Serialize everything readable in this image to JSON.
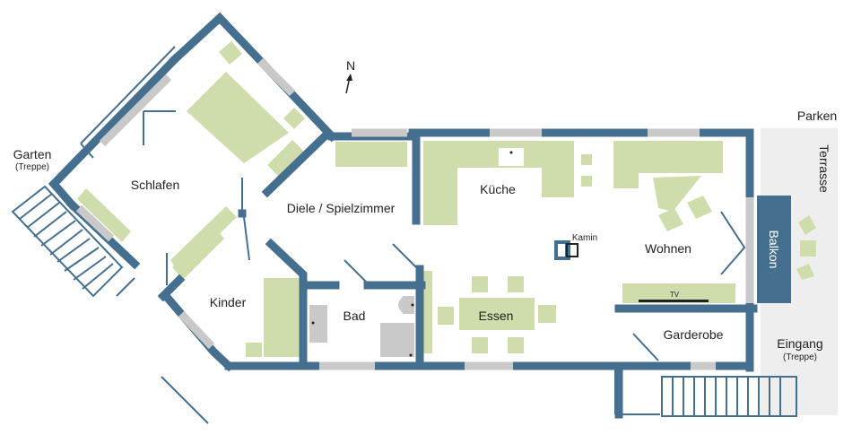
{
  "colors": {
    "wall": "#456f8f",
    "window": "#c9c9c9",
    "furniture": "#cfdcab",
    "appliance": "#c9c9c9",
    "outdoor": "#eeeeee",
    "line": "#456f8f",
    "text": "#222222"
  },
  "compass": {
    "label": "N"
  },
  "rooms": {
    "schlafen": "Schlafen",
    "diele": "Diele / Spielzimmer",
    "kueche": "Küche",
    "wohnen": "Wohnen",
    "kinder": "Kinder",
    "bad": "Bad",
    "essen": "Essen",
    "garderobe": "Garderobe",
    "kamin": "Kamin",
    "tv": "TV"
  },
  "outdoor": {
    "garten": "Garten",
    "garten_sub": "(Treppe)",
    "parken": "Parken",
    "terrasse": "Terrasse",
    "balkon": "Balkon",
    "eingang": "Eingang",
    "eingang_sub": "(Treppe)"
  }
}
